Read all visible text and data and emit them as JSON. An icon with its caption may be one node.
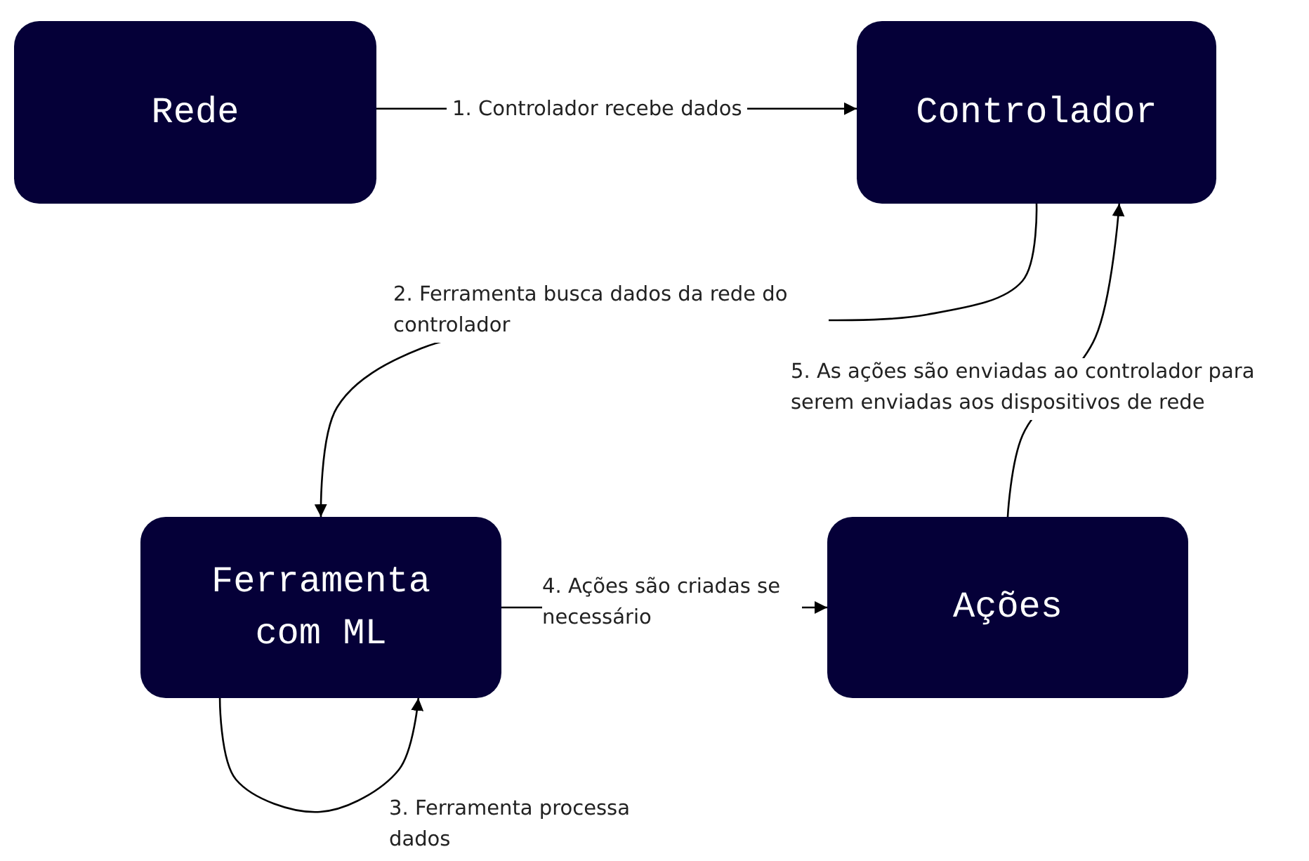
{
  "diagram": {
    "nodes": [
      {
        "text": [
          "Rede"
        ]
      },
      {
        "text": [
          "Controlador"
        ]
      },
      {
        "text": [
          "Ferramenta com ML"
        ]
      },
      {
        "text": [
          "Ações"
        ]
      }
    ],
    "edges": [
      {
        "from": 0,
        "to": 1,
        "arrow": "to",
        "label": "1. Controlador recebe dados"
      },
      {
        "from": 1,
        "to": 2,
        "arrow": "to",
        "label": "2. Ferramenta busca dados da rede do controlador"
      },
      {
        "from": 2,
        "to": 2,
        "arrow": "to",
        "label": "3. Ferramenta processa dados"
      },
      {
        "from": 2,
        "to": 3,
        "arrow": "to",
        "label": "4. Ações são criadas se necessário"
      },
      {
        "from": 3,
        "to": 1,
        "arrow": "to",
        "label": "5. As ações são enviadas ao controlador para serem enviadas aos dispositivos de rede"
      }
    ]
  }
}
